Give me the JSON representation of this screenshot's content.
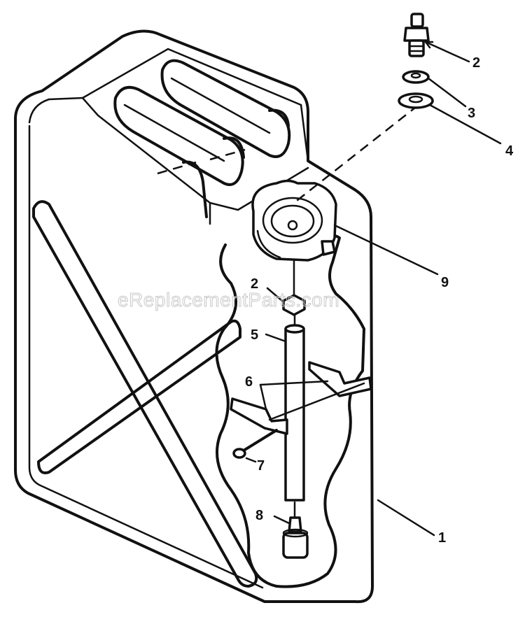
{
  "watermark": "eReplacementParts.com",
  "callouts": [
    {
      "id": "c2-top",
      "label": "2"
    },
    {
      "id": "c3",
      "label": "3"
    },
    {
      "id": "c4",
      "label": "4"
    },
    {
      "id": "c9",
      "label": "9"
    },
    {
      "id": "c2-nut",
      "label": "2"
    },
    {
      "id": "c5",
      "label": "5"
    },
    {
      "id": "c6",
      "label": "6"
    },
    {
      "id": "c7",
      "label": "7"
    },
    {
      "id": "c8",
      "label": "8"
    },
    {
      "id": "c1",
      "label": "1"
    }
  ],
  "colors": {
    "ink": "#111111",
    "paper": "#ffffff",
    "watermark": "#c8c8c8"
  }
}
